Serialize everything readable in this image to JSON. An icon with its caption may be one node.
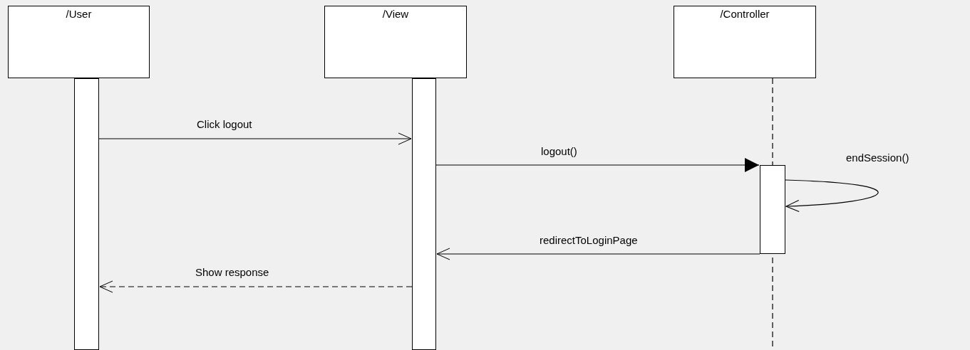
{
  "diagram": {
    "nodes": [
      {
        "text": [
          "/User"
        ]
      },
      {
        "text": [
          "/View"
        ]
      },
      {
        "text": [
          "/Controller"
        ]
      },
      {
        "text": [],
        "shape": "bar"
      },
      {
        "text": [],
        "shape": "bar"
      },
      {
        "text": [],
        "shape": "bar"
      }
    ],
    "edges": [
      {
        "from": 3,
        "to": 4,
        "arrow": "to",
        "label": "Click logout"
      },
      {
        "from": 4,
        "to": 5,
        "arrow": "to",
        "label": "logout()"
      },
      {
        "from": 5,
        "to": 5,
        "arrow": "to",
        "label": "endSession()"
      },
      {
        "from": 5,
        "to": 4,
        "arrow": "to",
        "label": "redirectToLoginPage"
      },
      {
        "from": 4,
        "to": 3,
        "arrow": "to",
        "label": "Show response",
        "style": "dashed"
      },
      {
        "from": 2,
        "to": 5,
        "arrow": "none",
        "style": "dashed"
      },
      {
        "from": 5,
        "to": null,
        "arrow": "none",
        "style": "dashed"
      }
    ]
  }
}
